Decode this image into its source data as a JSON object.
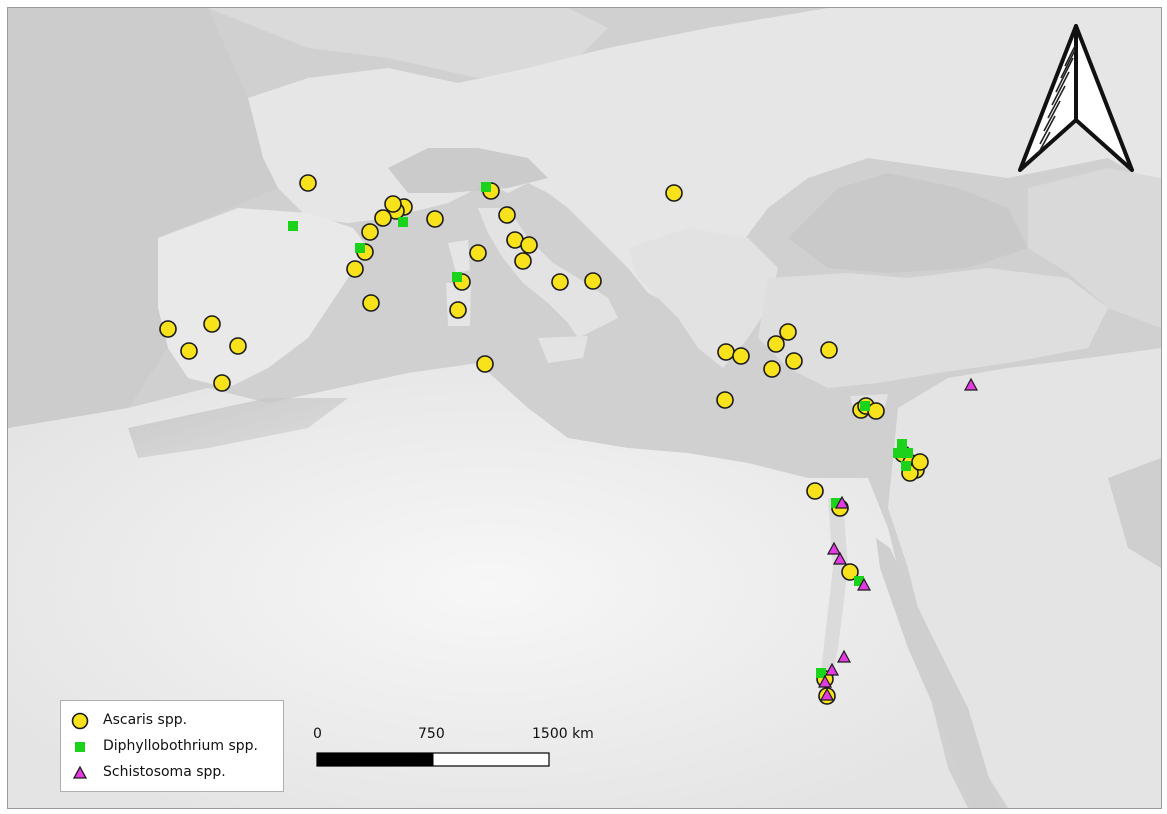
{
  "map": {
    "legend": {
      "items": [
        {
          "label": "Ascaris spp.",
          "symbol": "circle",
          "fill": "#f7e21b"
        },
        {
          "label": "Diphyllobothrium spp.",
          "symbol": "square",
          "fill": "#1ad31a"
        },
        {
          "label": "Schistosoma spp.",
          "symbol": "triangle",
          "fill": "#e43ae4"
        }
      ]
    },
    "scale_bar": {
      "labels": {
        "zero": "0",
        "mid": "750",
        "end": "1500 km"
      },
      "max_km": 1500,
      "mid_km": 750
    },
    "north_arrow": {
      "icon": "north-arrow-icon"
    },
    "colors": {
      "ascaris": "#f7e21b",
      "diphyllobothrium": "#1ad31a",
      "schistosoma": "#e43ae4",
      "outline": "#1a1a1a",
      "sea": "#d2d2d2",
      "land": "#ededed"
    }
  }
}
